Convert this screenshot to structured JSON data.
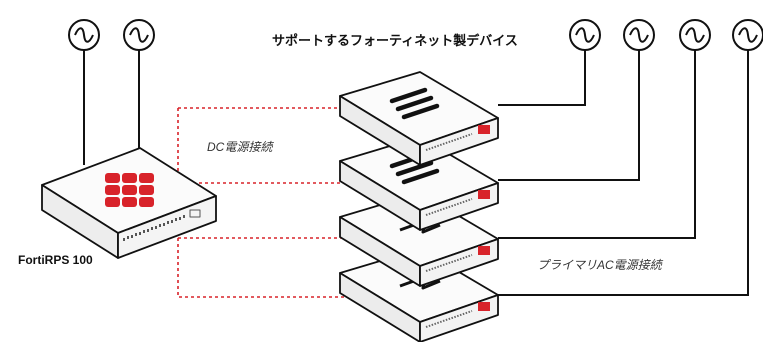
{
  "labels": {
    "title": "サポートするフォーティネット製デバイス",
    "rps_name": "FortiRPS 100",
    "dc_connection": "DC電源接続",
    "ac_connection": "プライマリAC電源接続"
  },
  "icons": {
    "ac_outlet": "ac-sine-icon",
    "fortinet_logo": "fortinet-logo-icon",
    "fortigate_bars": "fortigate-bars-icon",
    "fortiswitch": "fortiswitch-arrow-icon"
  },
  "colors": {
    "dc_line": "#d8232a",
    "ac_line": "#111111",
    "logo_red": "#d8232a",
    "device_top": "#fbfbfb",
    "device_side": "#e9e9e9"
  },
  "counts": {
    "ac_outlets_rps": 2,
    "ac_outlets_devices": 4,
    "supported_devices": 4
  }
}
